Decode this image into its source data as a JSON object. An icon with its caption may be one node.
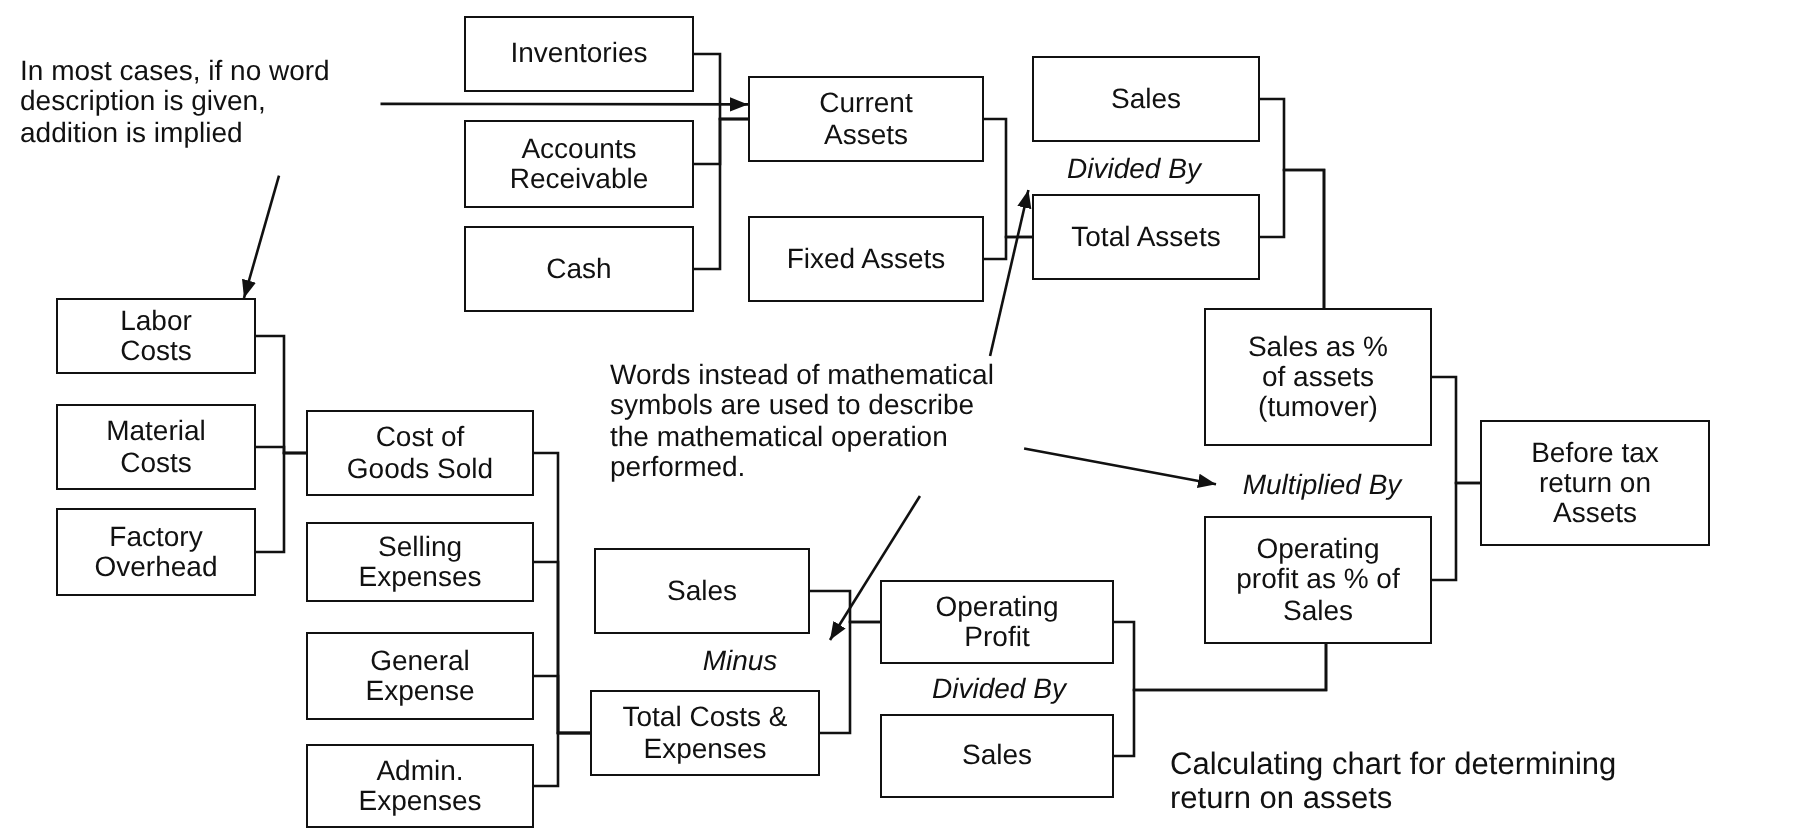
{
  "diagram": {
    "caption": "Calculating chart for determining return on assets",
    "nodes": [
      {
        "text": [
          "Inventories"
        ]
      },
      {
        "text": [
          "Accounts Receivable"
        ]
      },
      {
        "text": [
          "Cash"
        ]
      },
      {
        "text": [
          "Current Assets"
        ]
      },
      {
        "text": [
          "Fixed Assets"
        ]
      },
      {
        "text": [
          "Sales"
        ]
      },
      {
        "text": [
          "Total Assets"
        ]
      },
      {
        "text": [
          "Sales as % of assets (tumover)"
        ]
      },
      {
        "text": [
          "Before tax return on Assets"
        ]
      },
      {
        "text": [
          "Operating profit as % of Sales"
        ]
      },
      {
        "text": [
          "Labor Costs"
        ]
      },
      {
        "text": [
          "Material Costs"
        ]
      },
      {
        "text": [
          "Factory Overhead"
        ]
      },
      {
        "text": [
          "Cost of Goods Sold"
        ]
      },
      {
        "text": [
          "Selling Expenses"
        ]
      },
      {
        "text": [
          "General Expense"
        ]
      },
      {
        "text": [
          "Admin. Expenses"
        ]
      },
      {
        "text": [
          "Sales"
        ]
      },
      {
        "text": [
          "Total Costs & Expenses"
        ]
      },
      {
        "text": [
          "Operating Profit"
        ]
      },
      {
        "text": [
          "Sales"
        ]
      },
      {
        "text": [
          "In most cases, if no word description is given, addition is implied"
        ]
      },
      {
        "text": [
          "Words instead of mathematical symbols are used to describe the mathematical operation performed."
        ]
      },
      {
        "text": [
          "Divided By"
        ]
      },
      {
        "text": [
          "Multiplied By"
        ]
      },
      {
        "text": [
          "Minus"
        ]
      }
    ],
    "edges": [
      {
        "from": 0,
        "to": 3,
        "arrow": "none"
      },
      {
        "from": 1,
        "to": 3,
        "arrow": "none"
      },
      {
        "from": 2,
        "to": 3,
        "arrow": "none"
      },
      {
        "from": 3,
        "to": 6,
        "arrow": "none"
      },
      {
        "from": 4,
        "to": 6,
        "arrow": "none"
      },
      {
        "from": 5,
        "to": 7,
        "arrow": "none"
      },
      {
        "from": 6,
        "to": 7,
        "arrow": "none"
      },
      {
        "from": 7,
        "to": 8,
        "arrow": "none"
      },
      {
        "from": 9,
        "to": 8,
        "arrow": "none"
      },
      {
        "from": 10,
        "to": 13,
        "arrow": "none"
      },
      {
        "from": 11,
        "to": 13,
        "arrow": "none"
      },
      {
        "from": 12,
        "to": 13,
        "arrow": "none"
      },
      {
        "from": 13,
        "to": 18,
        "arrow": "none"
      },
      {
        "from": 14,
        "to": 18,
        "arrow": "none"
      },
      {
        "from": 15,
        "to": 18,
        "arrow": "none"
      },
      {
        "from": 16,
        "to": 18,
        "arrow": "none"
      },
      {
        "from": 17,
        "to": 19,
        "arrow": "none"
      },
      {
        "from": 18,
        "to": 19,
        "arrow": "none"
      },
      {
        "from": 19,
        "to": 9,
        "arrow": "none"
      },
      {
        "from": 20,
        "to": 9,
        "arrow": "none"
      },
      {
        "from": 21,
        "to": 3,
        "arrow": "to"
      },
      {
        "from": 21,
        "to": 10,
        "arrow": "to"
      },
      {
        "from": 22,
        "to": 23,
        "arrow": "to"
      },
      {
        "from": 22,
        "to": 24,
        "arrow": "to"
      },
      {
        "from": 22,
        "to": 25,
        "arrow": "to"
      }
    ],
    "labels": [
      "Divided By"
    ]
  }
}
